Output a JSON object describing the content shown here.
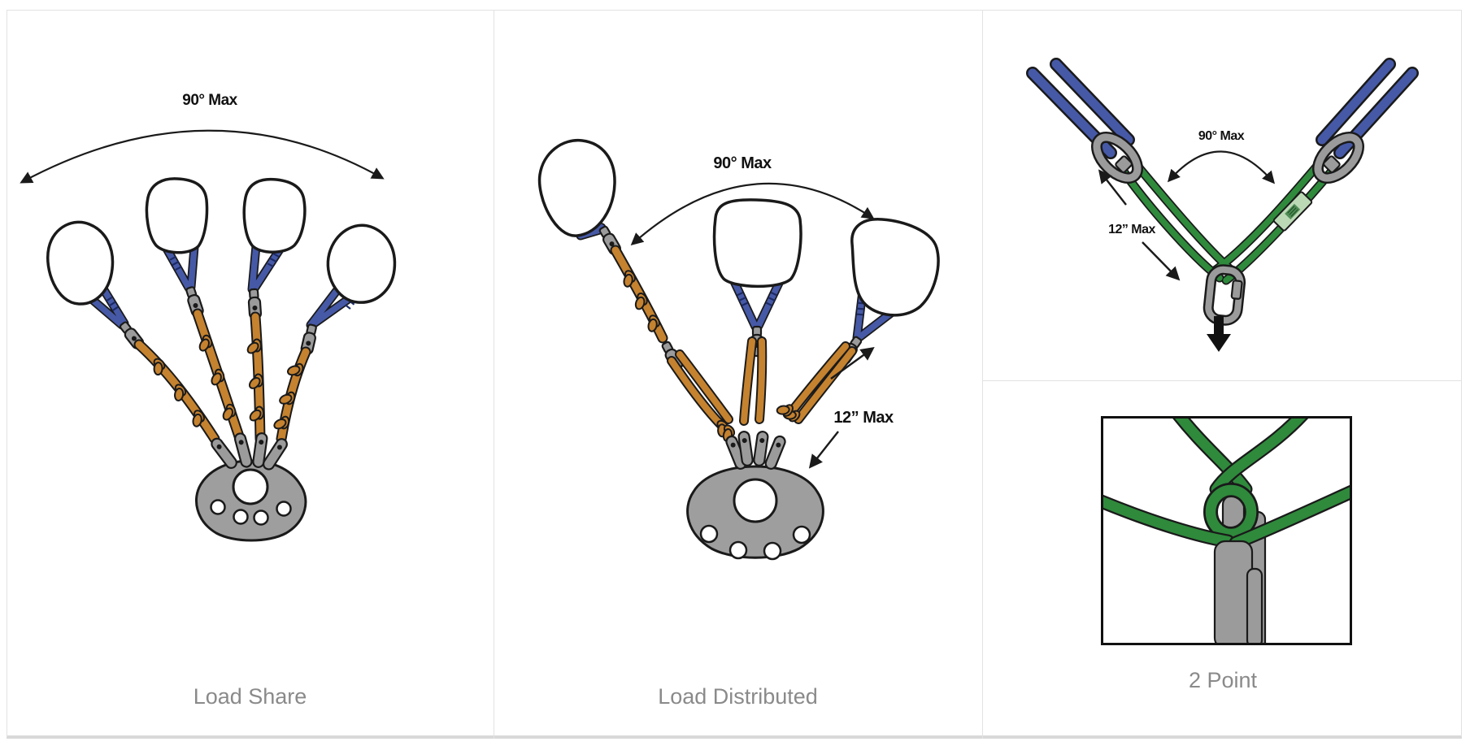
{
  "page": {
    "title": "Anchor rigging diagrams",
    "captions_row": [
      "Load Share",
      "Load Distributed",
      "2 Point"
    ]
  },
  "panels": [
    {
      "caption": "Load Share",
      "annotations": {
        "angle": "90° Max"
      },
      "anchors": 4,
      "hardware": "rigging plate, carabiners, swivels, blue slings, orange wrapped ropes"
    },
    {
      "caption": "Load Distributed",
      "annotations": {
        "angle": "90° Max",
        "extension": "12” Max"
      },
      "anchors": 3,
      "hardware": "rigging plate, carabiners, swivels, blue slings, orange webbing loops"
    },
    {
      "caption": "2 Point",
      "annotations": {
        "angle": "90° Max",
        "extension": "12” Max"
      },
      "anchors": 2,
      "hardware": "quicklinks, green slings, carabiner, blue slings, down-load arrow, detail inset of sling twist on carabiner"
    }
  ],
  "colors": {
    "sling_blue": "#4659a7",
    "rope_orange": "#c5822f",
    "sling_green": "#2f8a3c",
    "tag_light_green": "#bcd9b6",
    "hardware_gray": "#9b9b9b",
    "plate_gray": "#9e9e9e",
    "outline": "#1a1a1a",
    "caption_gray": "#8a8a8a",
    "divider_gray": "#e2e2e2"
  }
}
